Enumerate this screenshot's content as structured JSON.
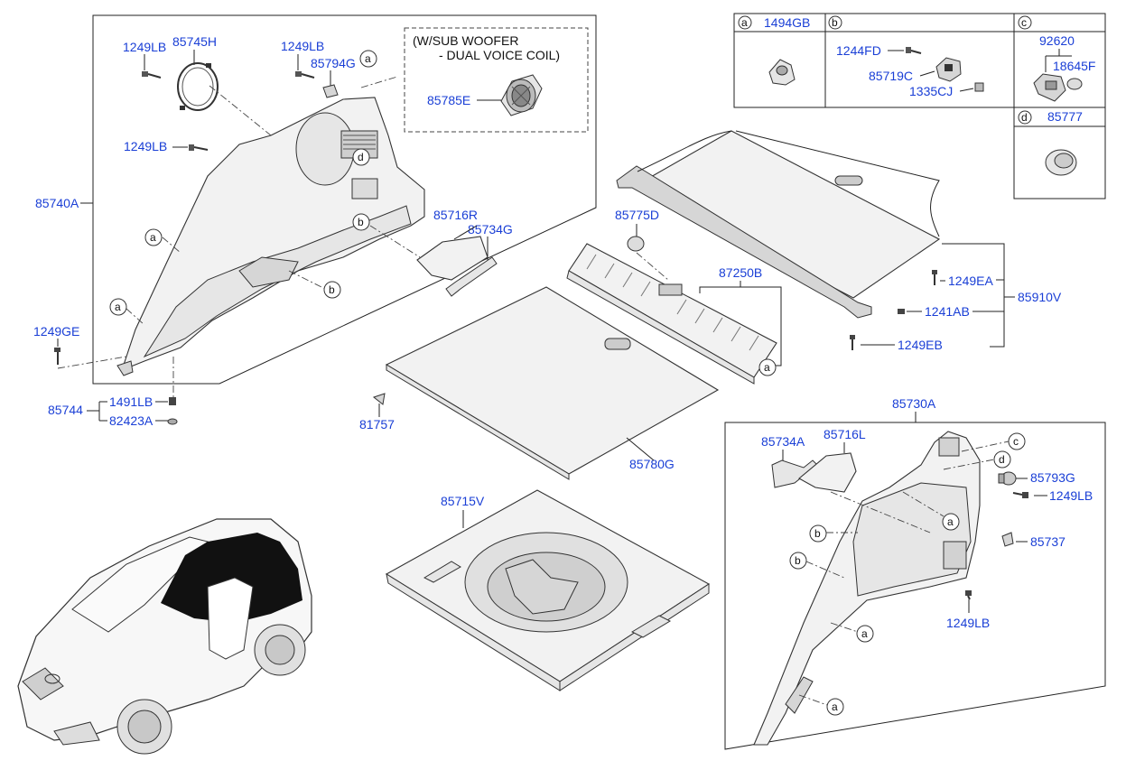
{
  "note": {
    "line1": "(W/SUB WOOFER",
    "line2": "- DUAL VOICE COIL)"
  },
  "legend": {
    "a": {
      "letter": "a",
      "code": "1494GB"
    },
    "b": {
      "letter": "b",
      "codes": [
        "1244FD",
        "85719C",
        "1335CJ"
      ]
    },
    "c": {
      "letter": "c",
      "codes": [
        "92620",
        "18645F"
      ]
    },
    "d": {
      "letter": "d",
      "code": "85777"
    }
  },
  "labels": {
    "p85740A": "85740A",
    "p1249LB_1": "1249LB",
    "p85745H": "85745H",
    "p1249LB_2": "1249LB",
    "p85794G": "85794G",
    "p85785E": "85785E",
    "p1249LB_3": "1249LB",
    "p85716R": "85716R",
    "p85734G": "85734G",
    "p1249GE": "1249GE",
    "p85744": "85744",
    "p1491LB": "1491LB",
    "p82423A": "82423A",
    "p85775D": "85775D",
    "p87250B": "87250B",
    "p81757": "81757",
    "p85780G": "85780G",
    "p85715V": "85715V",
    "p85910V": "85910V",
    "p1249EA": "1249EA",
    "p1241AB": "1241AB",
    "p1249EB": "1249EB",
    "p85730A": "85730A",
    "p85734A": "85734A",
    "p85716L": "85716L",
    "p85793G": "85793G",
    "p1249LB_4": "1249LB",
    "p85737": "85737",
    "p1249LB_5": "1249LB"
  },
  "refs": {
    "a": "a",
    "b": "b",
    "c": "c",
    "d": "d"
  }
}
